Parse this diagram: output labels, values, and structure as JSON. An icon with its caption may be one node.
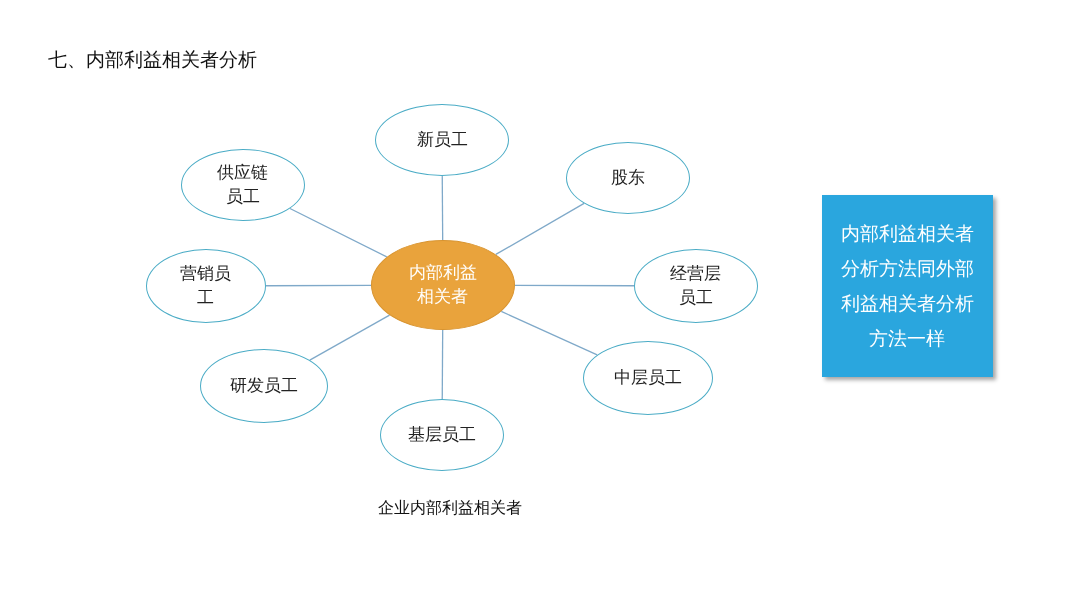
{
  "diagram": {
    "title": "七、内部利益相关者分析",
    "caption": "企业内部利益相关者",
    "nodes": [
      {
        "text": [
          "内部利益相关者"
        ]
      },
      {
        "text": [
          "新员工"
        ]
      },
      {
        "text": [
          "供应链员工"
        ]
      },
      {
        "text": [
          "股东"
        ]
      },
      {
        "text": [
          "营销员工"
        ]
      },
      {
        "text": [
          "经营层员工"
        ]
      },
      {
        "text": [
          "研发员工"
        ]
      },
      {
        "text": [
          "中层员工"
        ]
      },
      {
        "text": [
          "基层员工"
        ]
      },
      {
        "text": [
          "内部利益相关者分析方法同外部利益相关者分析方法一样"
        ]
      }
    ],
    "edges": [
      {
        "from": 0,
        "to": 1,
        "arrow": "none"
      },
      {
        "from": 0,
        "to": 2,
        "arrow": "none"
      },
      {
        "from": 0,
        "to": 3,
        "arrow": "none"
      },
      {
        "from": 0,
        "to": 4,
        "arrow": "none"
      },
      {
        "from": 0,
        "to": 5,
        "arrow": "none"
      },
      {
        "from": 0,
        "to": 6,
        "arrow": "none"
      },
      {
        "from": 0,
        "to": 7,
        "arrow": "none"
      },
      {
        "from": 0,
        "to": 8,
        "arrow": "none"
      }
    ]
  }
}
